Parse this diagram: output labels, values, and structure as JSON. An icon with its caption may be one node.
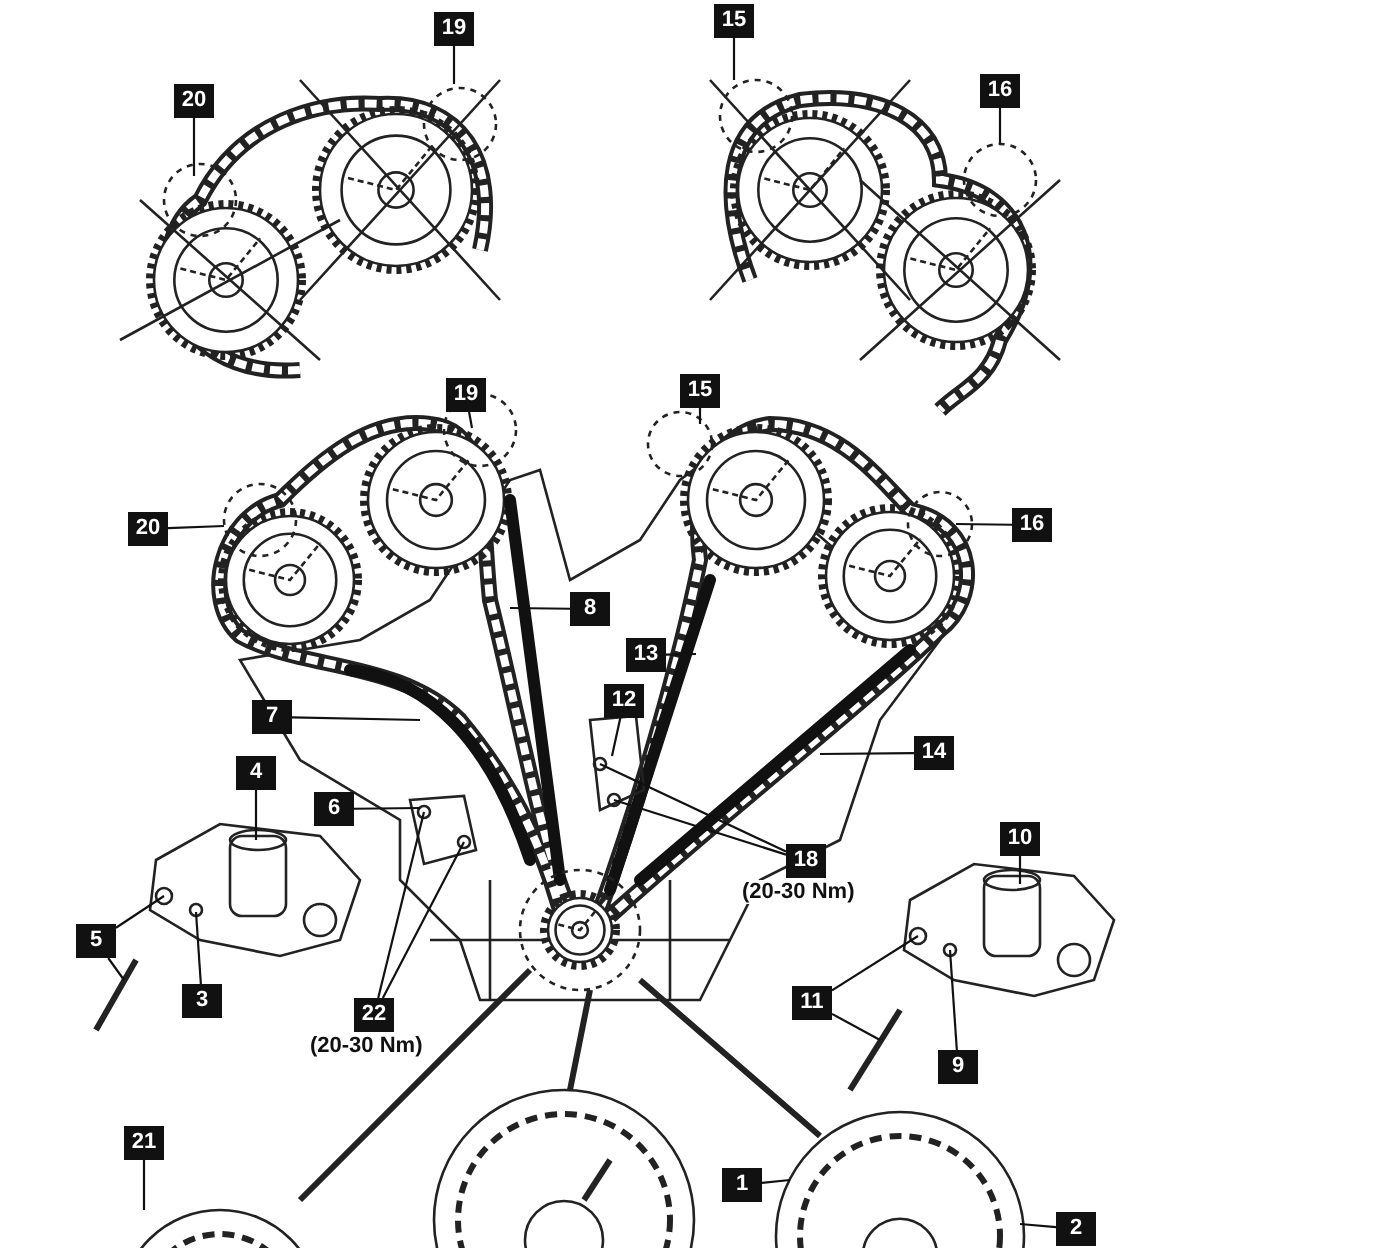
{
  "diagram": {
    "nodes": [
      {
        "text": [
          "20"
        ]
      },
      {
        "text": [
          "19"
        ]
      },
      {
        "text": [
          "15"
        ]
      },
      {
        "text": [
          "16"
        ]
      },
      {
        "text": [
          "19"
        ]
      },
      {
        "text": [
          "15"
        ]
      },
      {
        "text": [
          "20"
        ]
      },
      {
        "text": [
          "16"
        ]
      },
      {
        "text": [
          "8"
        ]
      },
      {
        "text": [
          "13"
        ]
      },
      {
        "text": [
          "12"
        ]
      },
      {
        "text": [
          "7"
        ]
      },
      {
        "text": [
          "14"
        ]
      },
      {
        "text": [
          "4"
        ]
      },
      {
        "text": [
          "6"
        ]
      },
      {
        "text": [
          "10"
        ]
      },
      {
        "text": [
          "18"
        ],
        "beside": [
          "(20-30 Nm)"
        ]
      },
      {
        "text": [
          "5"
        ]
      },
      {
        "text": [
          "3"
        ]
      },
      {
        "text": [
          "22"
        ],
        "beside": [
          "(20-30 Nm)"
        ]
      },
      {
        "text": [
          "11"
        ]
      },
      {
        "text": [
          "9"
        ]
      },
      {
        "text": [
          "21"
        ]
      },
      {
        "text": [
          "1"
        ]
      },
      {
        "text": [
          "2"
        ]
      },
      {
        "text": [],
        "shape": "picture"
      },
      {
        "text": [],
        "shape": "bar"
      },
      {
        "text": [],
        "shape": "picture"
      },
      {
        "text": [],
        "shape": "bar"
      },
      {
        "text": [],
        "shape": "picture"
      },
      {
        "text": [],
        "shape": "picture"
      },
      {
        "text": [],
        "shape": "picture"
      }
    ],
    "edges": [
      {
        "from": 0,
        "to": null,
        "arrow": "none"
      },
      {
        "from": 1,
        "to": null,
        "arrow": "none"
      },
      {
        "from": 2,
        "to": null,
        "arrow": "none"
      },
      {
        "from": 3,
        "to": null,
        "arrow": "none"
      },
      {
        "from": 4,
        "to": null,
        "arrow": "none"
      },
      {
        "from": 5,
        "to": null,
        "arrow": "none"
      },
      {
        "from": 6,
        "to": null,
        "arrow": "none"
      },
      {
        "from": 7,
        "to": null,
        "arrow": "none"
      },
      {
        "from": 8,
        "to": null,
        "arrow": "none"
      },
      {
        "from": 9,
        "to": null,
        "arrow": "none"
      },
      {
        "from": 10,
        "to": null,
        "arrow": "none"
      },
      {
        "from": 11,
        "to": null,
        "arrow": "none"
      },
      {
        "from": 12,
        "to": null,
        "arrow": "none"
      },
      {
        "from": 13,
        "to": 25,
        "arrow": "none"
      },
      {
        "from": 14,
        "to": null,
        "arrow": "none"
      },
      {
        "from": 15,
        "to": 27,
        "arrow": "none"
      },
      {
        "from": 16,
        "to": null,
        "arrow": "none"
      },
      {
        "from": 16,
        "to": null,
        "arrow": "none"
      },
      {
        "from": 17,
        "to": 25,
        "arrow": "none"
      },
      {
        "from": 17,
        "to": 26,
        "arrow": "none"
      },
      {
        "from": 18,
        "to": 25,
        "arrow": "none"
      },
      {
        "from": 19,
        "to": null,
        "arrow": "none"
      },
      {
        "from": 19,
        "to": null,
        "arrow": "none"
      },
      {
        "from": 20,
        "to": 27,
        "arrow": "none"
      },
      {
        "from": 20,
        "to": 28,
        "arrow": "none"
      },
      {
        "from": 21,
        "to": 27,
        "arrow": "none"
      },
      {
        "from": 22,
        "to": 29,
        "arrow": "none"
      },
      {
        "from": 23,
        "to": 31,
        "arrow": "none"
      },
      {
        "from": 24,
        "to": 31,
        "arrow": "none"
      }
    ]
  }
}
